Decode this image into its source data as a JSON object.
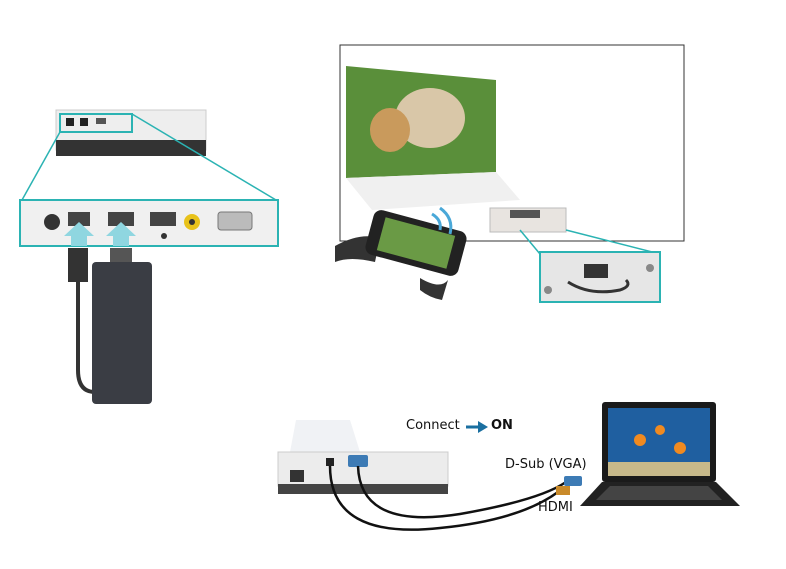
{
  "labels": {
    "connect": "Connect",
    "on": "ON",
    "dsub": "D-Sub (VGA)",
    "hdmi": "HDMI"
  },
  "colors": {
    "accent_teal": "#2bb3b3",
    "arrow_blue": "#1a6fa0",
    "cable_vga": "#3d7bb5",
    "cable_hdmi": "#c98a2a"
  }
}
